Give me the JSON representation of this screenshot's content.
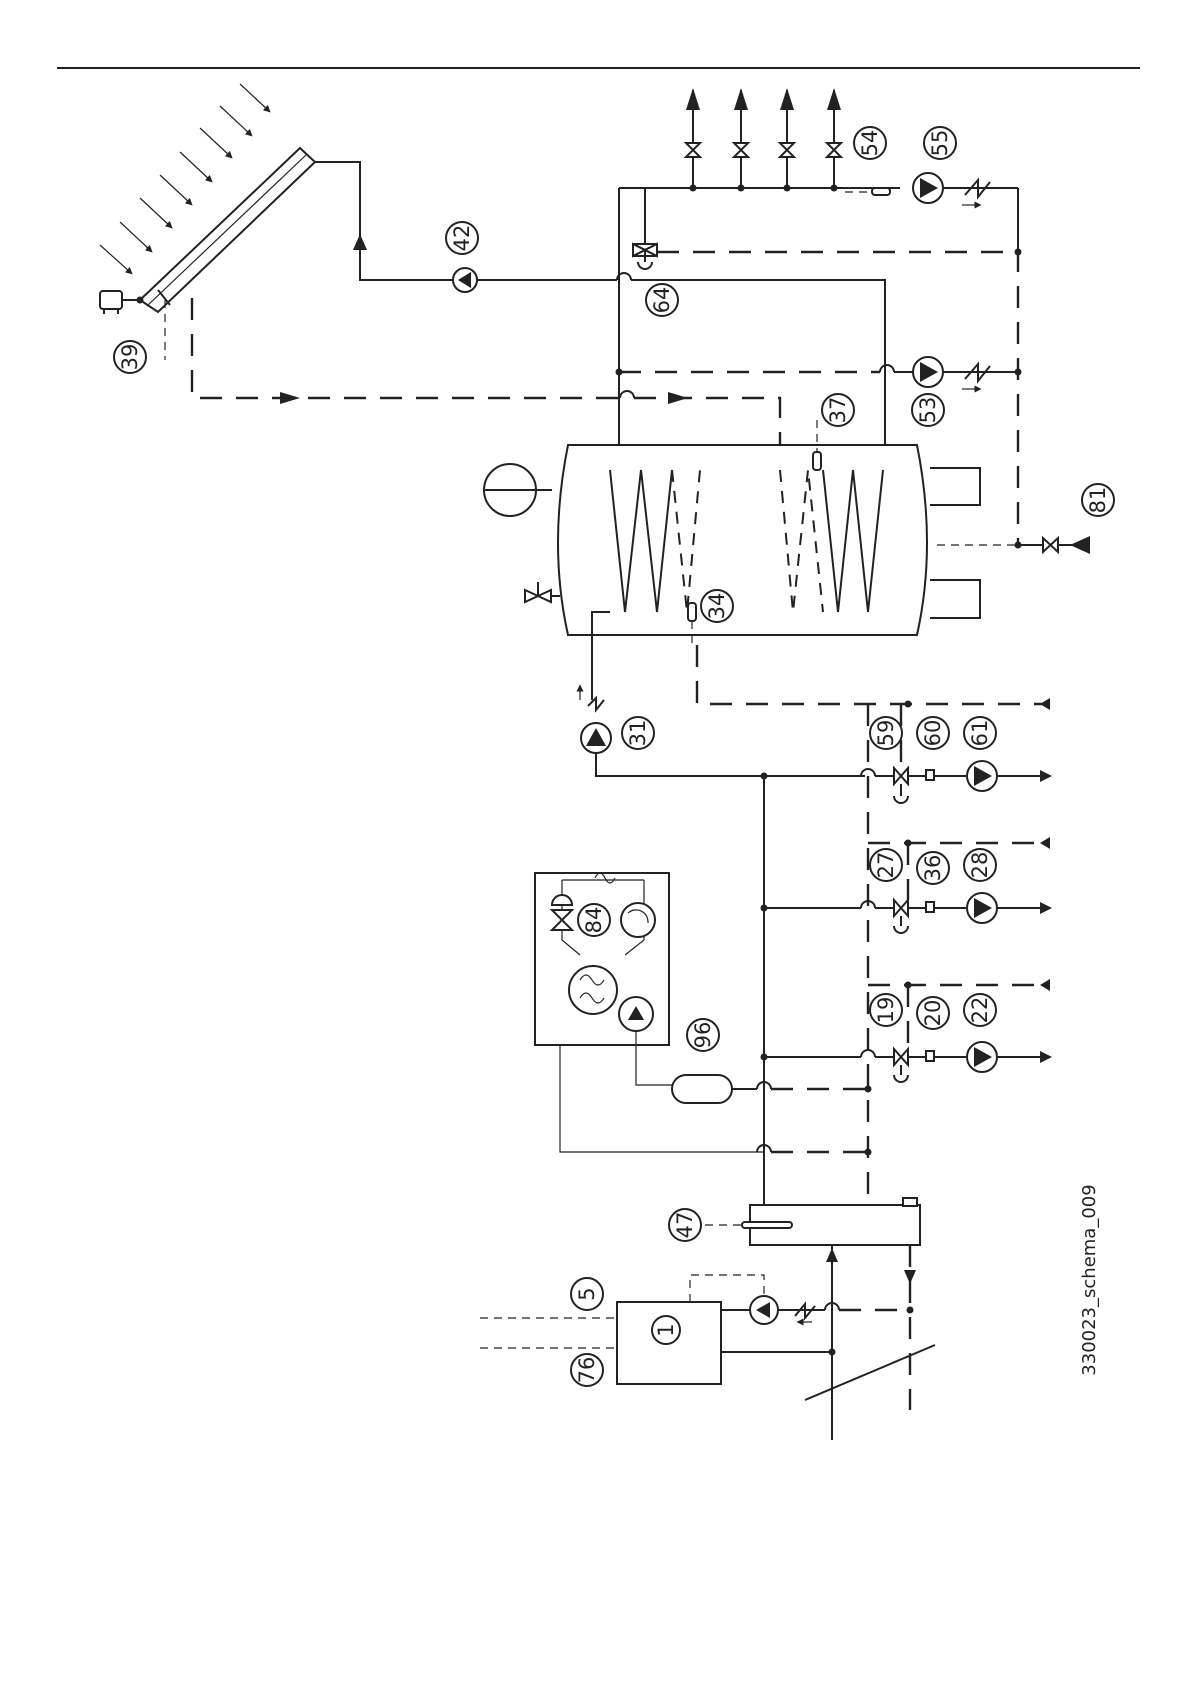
{
  "figure_reference": "330023_schema_009",
  "callouts": [
    {
      "id": "callout-39",
      "text": "39"
    },
    {
      "id": "callout-42",
      "text": "42"
    },
    {
      "id": "callout-54",
      "text": "54"
    },
    {
      "id": "callout-55",
      "text": "55"
    },
    {
      "id": "callout-64",
      "text": "64"
    },
    {
      "id": "callout-53",
      "text": "53"
    },
    {
      "id": "callout-37",
      "text": "37"
    },
    {
      "id": "callout-81",
      "text": "81"
    },
    {
      "id": "callout-34",
      "text": "34"
    },
    {
      "id": "callout-31",
      "text": "31"
    },
    {
      "id": "callout-59",
      "text": "59"
    },
    {
      "id": "callout-60",
      "text": "60"
    },
    {
      "id": "callout-61",
      "text": "61"
    },
    {
      "id": "callout-84",
      "text": "84"
    },
    {
      "id": "callout-27",
      "text": "27"
    },
    {
      "id": "callout-36",
      "text": "36"
    },
    {
      "id": "callout-28",
      "text": "28"
    },
    {
      "id": "callout-96",
      "text": "96"
    },
    {
      "id": "callout-19",
      "text": "19"
    },
    {
      "id": "callout-20",
      "text": "20"
    },
    {
      "id": "callout-22",
      "text": "22"
    },
    {
      "id": "callout-47",
      "text": "47"
    },
    {
      "id": "callout-5",
      "text": "5"
    },
    {
      "id": "callout-1",
      "text": "1"
    },
    {
      "id": "callout-76",
      "text": "76"
    }
  ],
  "colors": {
    "line": "#222222",
    "background": "#ffffff"
  }
}
